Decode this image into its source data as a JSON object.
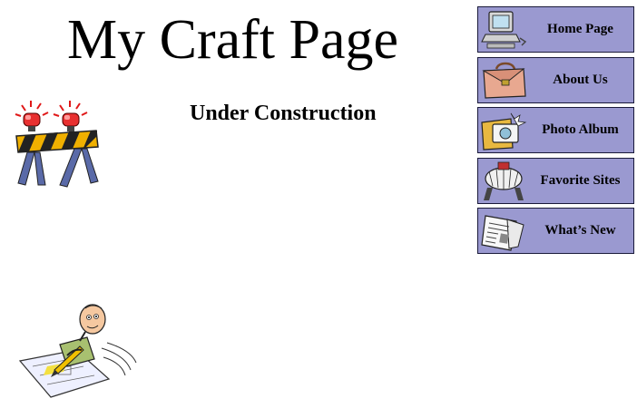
{
  "page": {
    "title": "My Craft Page",
    "subtitle": "Under Construction"
  },
  "nav": {
    "items": [
      {
        "label": "Home Page",
        "icon": "computer-icon"
      },
      {
        "label": "About Us",
        "icon": "briefcase-icon"
      },
      {
        "label": "Photo Album",
        "icon": "camera-icon"
      },
      {
        "label": "Favorite Sites",
        "icon": "rolodex-icon"
      },
      {
        "label": "What’s New",
        "icon": "newspaper-icon"
      }
    ],
    "button_color": "#9a99d0"
  },
  "illustrations": {
    "barricade": "barricade-icon",
    "worker": "construction-worker-icon"
  }
}
